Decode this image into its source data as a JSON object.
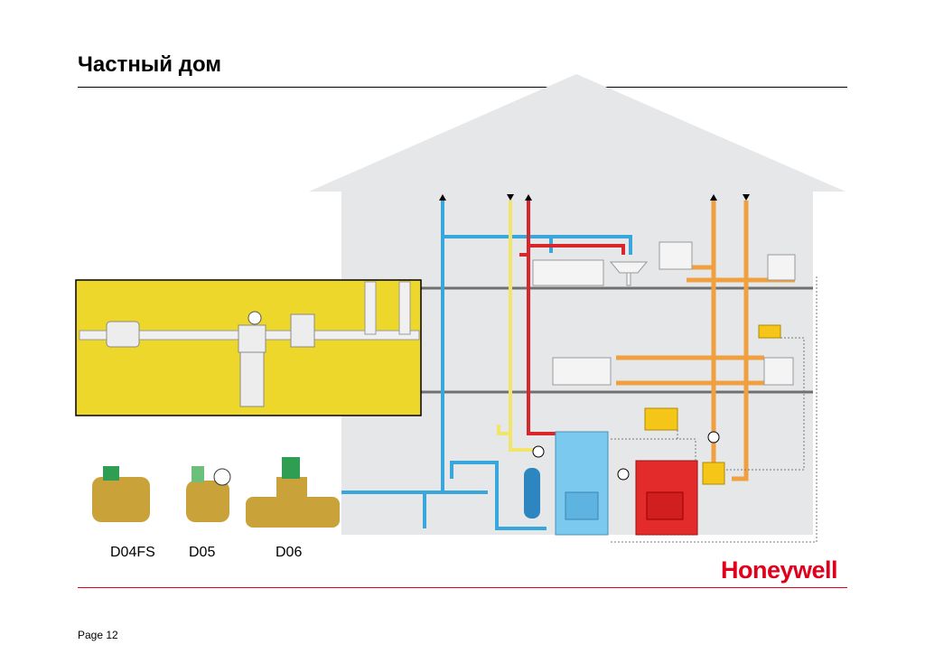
{
  "slide": {
    "title": "Частный дом",
    "brand": "Honeywell",
    "page_label": "Page 12"
  },
  "products": [
    {
      "model": "D04FS"
    },
    {
      "model": "D05"
    },
    {
      "model": "D06"
    }
  ],
  "colors": {
    "house": "#e6e7e9",
    "cold_water": "#3aa7dc",
    "hot_water": "#d7262c",
    "yellow_line": "#f2e56b",
    "heating": "#f0a040",
    "inset_bg": "#eed72b",
    "boiler": "#e32b2b",
    "tank": "#7cc9ef",
    "brand": "#e0001b"
  }
}
